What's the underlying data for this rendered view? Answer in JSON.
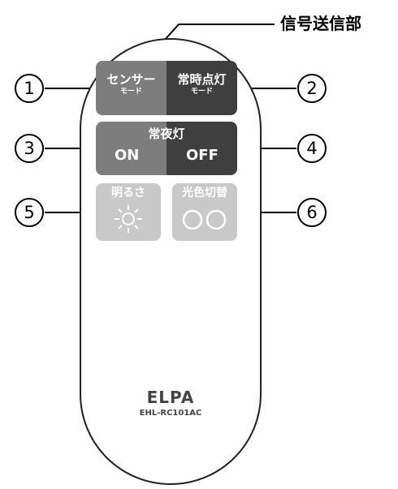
{
  "callout": {
    "signal_label": "信号送信部"
  },
  "buttons": {
    "sensor": {
      "label": "センサー",
      "sub": "モード"
    },
    "constant": {
      "label": "常時点灯",
      "sub": "モード"
    },
    "night": {
      "title": "常夜灯",
      "on": "ON",
      "off": "OFF"
    },
    "brightness": {
      "label": "明るさ"
    },
    "color": {
      "label": "光色切替"
    }
  },
  "numbers": [
    "1",
    "2",
    "3",
    "4",
    "5",
    "6"
  ],
  "brand": {
    "name": "ELPA",
    "model": "EHL-RC101AC"
  },
  "colors": {
    "dark": "#3f3f3f",
    "mid": "#7d7d7d",
    "light": "#c9c9c9"
  }
}
